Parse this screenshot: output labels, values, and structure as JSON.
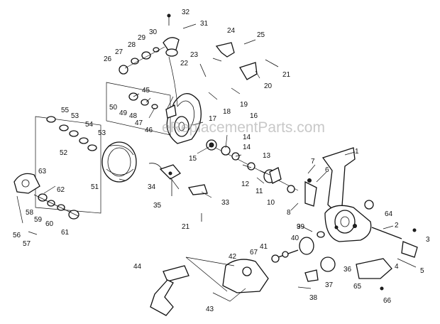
{
  "watermark": "eReplacementParts.com",
  "callouts": {
    "n1": "1",
    "n2": "2",
    "n3": "3",
    "n4": "4",
    "n5": "5",
    "n6": "6",
    "n7": "7",
    "n8": "8",
    "n9": "9",
    "n10": "10",
    "n11": "11",
    "n12": "12",
    "n13": "13",
    "n14": "14",
    "n15": "15",
    "n16": "16",
    "n17": "17",
    "n18": "18",
    "n19": "19",
    "n20": "20",
    "n21": "21",
    "n21b": "21",
    "n22": "22",
    "n23": "23",
    "n24": "24",
    "n25": "25",
    "n26": "26",
    "n27": "27",
    "n28": "28",
    "n29": "29",
    "n30": "30",
    "n31": "31",
    "n32": "32",
    "n33": "33",
    "n34": "34",
    "n35": "35",
    "n36": "36",
    "n37": "37",
    "n38": "38",
    "n39": "39",
    "n40": "40",
    "n41": "41",
    "n42": "42",
    "n43": "43",
    "n44": "44",
    "n45": "45",
    "n46": "46",
    "n47": "47",
    "n48": "48",
    "n49": "49",
    "n50": "50",
    "n51": "51",
    "n52": "52",
    "n53": "53",
    "n53b": "53",
    "n54": "54",
    "n55": "55",
    "n56": "56",
    "n57": "57",
    "n58": "58",
    "n59": "59",
    "n60": "60",
    "n61": "61",
    "n62": "62",
    "n63": "63",
    "n64": "64",
    "n65": "65",
    "n66": "66",
    "n67": "67"
  }
}
